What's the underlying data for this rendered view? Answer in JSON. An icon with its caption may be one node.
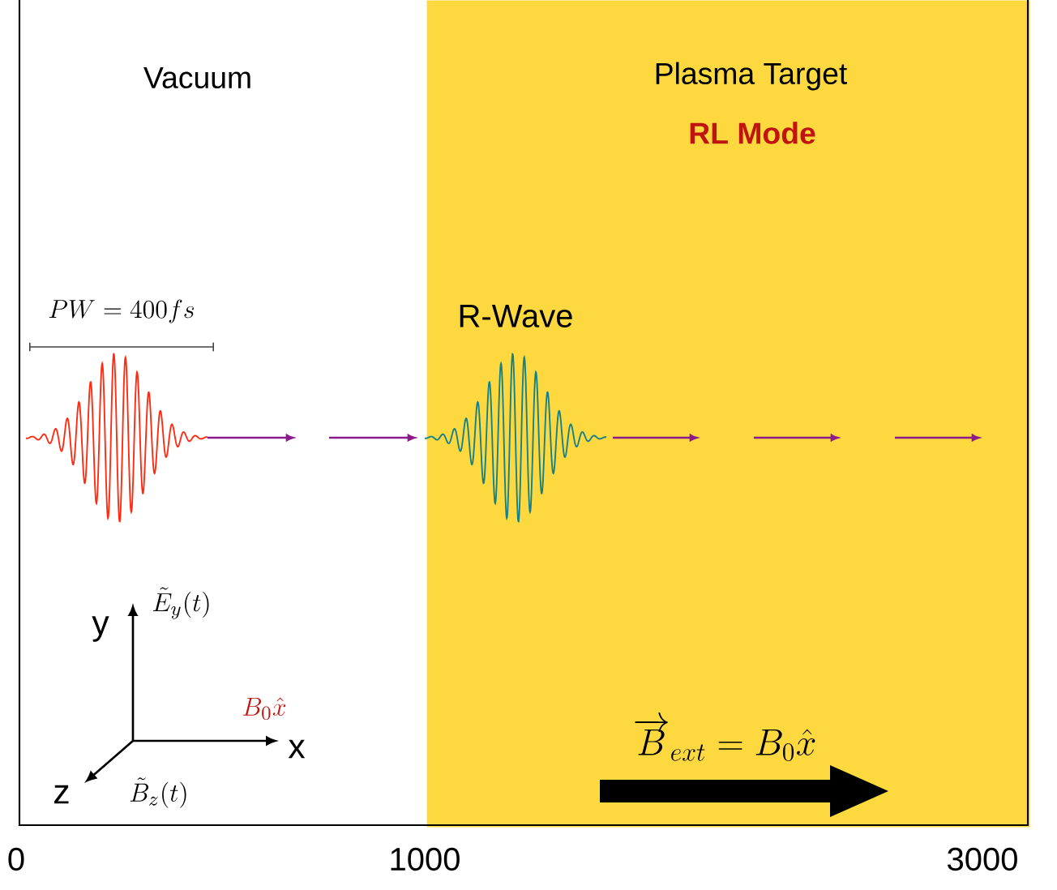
{
  "diagram": {
    "nodes": [
      {
        "text": [
          "Vacuum"
        ]
      },
      {
        "text": [
          "Plasma Target",
          "RL Mode"
        ]
      }
    ],
    "labels": [
      "PW = 400fs",
      "R-Wave",
      "\\tilde{E}_y(t)",
      "\\mathrm{y}",
      "B_0\\hat{x}",
      "\\mathrm{x}",
      "\\mathrm{z}",
      "\\tilde{B}_z(t)",
      "\\overrightarrow{B}_{ext} = B_0\\hat{x}",
      "0",
      "1000",
      "3000"
    ]
  }
}
